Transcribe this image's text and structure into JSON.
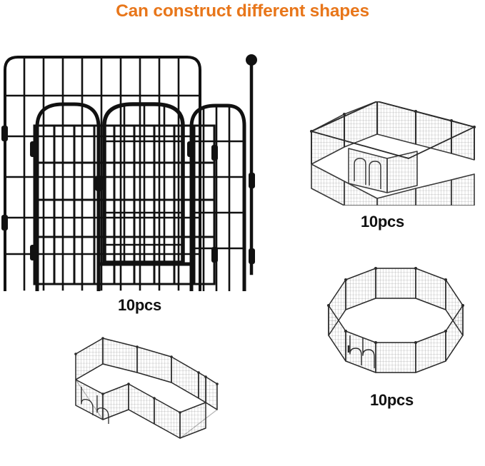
{
  "header": {
    "title": "Can construct different shapes",
    "title_color": "#e8761a"
  },
  "figures": [
    {
      "id": "main-playpen-panels",
      "name": "Front view of heavy duty metal pet playpen panels with arched walk-through gate and ground anchor stake",
      "quantity_label": "10pcs",
      "shape": "front-view-panels"
    },
    {
      "id": "rectangle-playpen",
      "name": "Rectangular playpen configuration",
      "quantity_label": "10pcs",
      "shape": "rectangle"
    },
    {
      "id": "octagon-playpen",
      "name": "Octagonal playpen configuration",
      "quantity_label": "10pcs",
      "shape": "octagon"
    },
    {
      "id": "ushape-playpen",
      "name": "U-shaped / L-shaped playpen configuration",
      "quantity_label": "",
      "shape": "u-shape"
    }
  ],
  "labels": {
    "main_qty": "10pcs",
    "rect_qty": "10pcs",
    "octagon_qty": "10pcs"
  },
  "colors": {
    "accent_orange": "#e8761a",
    "panel_black": "#111111",
    "panel_gray": "#4a4a4a",
    "background": "#ffffff"
  }
}
